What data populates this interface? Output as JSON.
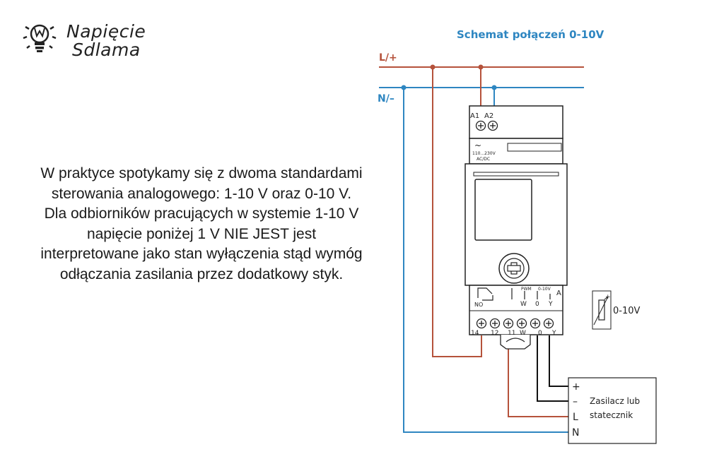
{
  "logo": {
    "line1": "Napięcie",
    "line2": "Sdlama"
  },
  "paragraph": [
    "W praktyce spotykamy się z dwoma standardami",
    "sterowania analogowego: 1-10 V oraz 0-10 V.",
    "Dla odbiorników pracujących w systemie 1-10 V",
    "napięcie poniżej 1 V NIE JEST jest",
    "interpretowane jako stan wyłączenia stąd wymóg",
    "odłączania zasilania przez dodatkowy styk."
  ],
  "diagram": {
    "title": "Schemat połączeń 0-10V",
    "line_live": "L/+",
    "line_neutral": "N/–",
    "top_terminals": [
      "A1",
      "A2"
    ],
    "supply_symbol": "~",
    "supply_label_1": "110...230V",
    "supply_label_2": "AC/DC",
    "output_labels": [
      "NO",
      "PWM",
      "0-10V",
      "A",
      "W",
      "0",
      "Y"
    ],
    "bottom_terminals": [
      "14",
      "12",
      "11",
      "W",
      "0",
      "Y"
    ],
    "potentiometer_label": "0-10V",
    "load_pins": [
      "+",
      "–",
      "L",
      "N"
    ],
    "load_name_1": "Zasilacz lub",
    "load_name_2": "statecznik"
  },
  "colors": {
    "live": "#b5523b",
    "neutral": "#2e86c1",
    "control": "#111111",
    "title": "#2e86c1"
  }
}
